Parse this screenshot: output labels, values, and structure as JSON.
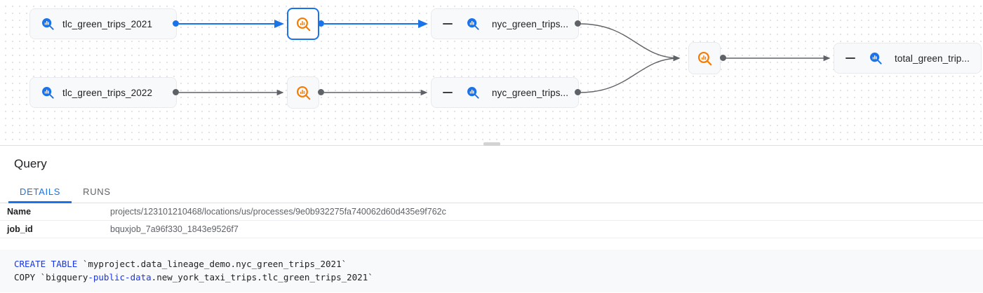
{
  "graph": {
    "nodes": [
      {
        "id": "tlc2021",
        "type": "table",
        "label": "tlc_green_trips_2021",
        "icon": "table-search-icon",
        "selected": false,
        "collapsible": false
      },
      {
        "id": "tlc2022",
        "type": "table",
        "label": "tlc_green_trips_2022",
        "icon": "table-search-icon",
        "selected": false,
        "collapsible": false
      },
      {
        "id": "proc1",
        "type": "process",
        "label": "",
        "icon": "process-search-icon",
        "selected": true,
        "collapsible": false
      },
      {
        "id": "proc2",
        "type": "process",
        "label": "",
        "icon": "process-search-icon",
        "selected": false,
        "collapsible": false
      },
      {
        "id": "nyc2021",
        "type": "table",
        "label": "nyc_green_trips...",
        "icon": "table-search-icon",
        "selected": false,
        "collapsible": true
      },
      {
        "id": "nyc2022",
        "type": "table",
        "label": "nyc_green_trips...",
        "icon": "table-search-icon",
        "selected": false,
        "collapsible": true
      },
      {
        "id": "proc3",
        "type": "process",
        "label": "",
        "icon": "process-search-icon",
        "selected": false,
        "collapsible": false
      },
      {
        "id": "total",
        "type": "table",
        "label": "total_green_trip...",
        "icon": "table-search-icon",
        "selected": false,
        "collapsible": true
      }
    ],
    "colors": {
      "selected_edge": "#1a73e8",
      "edge": "#5f6368",
      "table_icon": "#1a73e8",
      "process_icon": "#f57c00",
      "node_background": "#f8f9fa"
    }
  },
  "panel": {
    "title": "Query",
    "tabs": [
      {
        "label": "DETAILS",
        "active": true
      },
      {
        "label": "RUNS",
        "active": false
      }
    ],
    "rows": [
      {
        "key": "Name",
        "value": "projects/123101210468/locations/us/processes/9e0b932275fa740062d60d435e9f762c"
      },
      {
        "key": "job_id",
        "value": "bquxjob_7a96f330_1843e9526f7"
      }
    ],
    "code": {
      "line1_keyword": "CREATE TABLE",
      "line1_rest": " `myproject.data_lineage_demo.nyc_green_trips_2021`",
      "line2_pre": "COPY `bigquery",
      "line2_keyword": "-public-data",
      "line2_rest": ".new_york_taxi_trips.tlc_green_trips_2021`"
    }
  }
}
